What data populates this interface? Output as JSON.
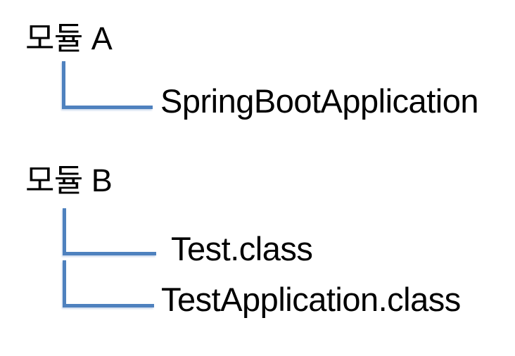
{
  "diagram": {
    "colors": {
      "background": "#ffffff",
      "connector": "#4e81be",
      "text": "#000000"
    },
    "modules": [
      {
        "name": "모듈 A",
        "children": [
          "SpringBootApplication"
        ]
      },
      {
        "name": "모듈 B",
        "children": [
          "Test.class",
          "TestApplication.class"
        ]
      }
    ]
  }
}
